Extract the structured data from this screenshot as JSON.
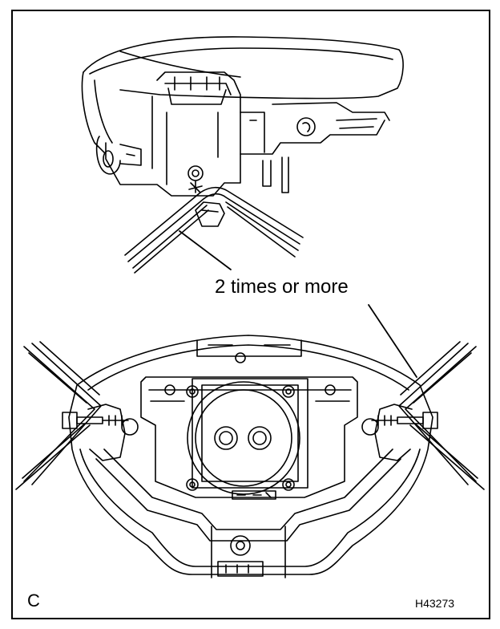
{
  "callout": "2 times or more",
  "panel_letter": "C",
  "figure_id": "H43273",
  "colors": {
    "line": "#000000",
    "background": "#ffffff"
  }
}
